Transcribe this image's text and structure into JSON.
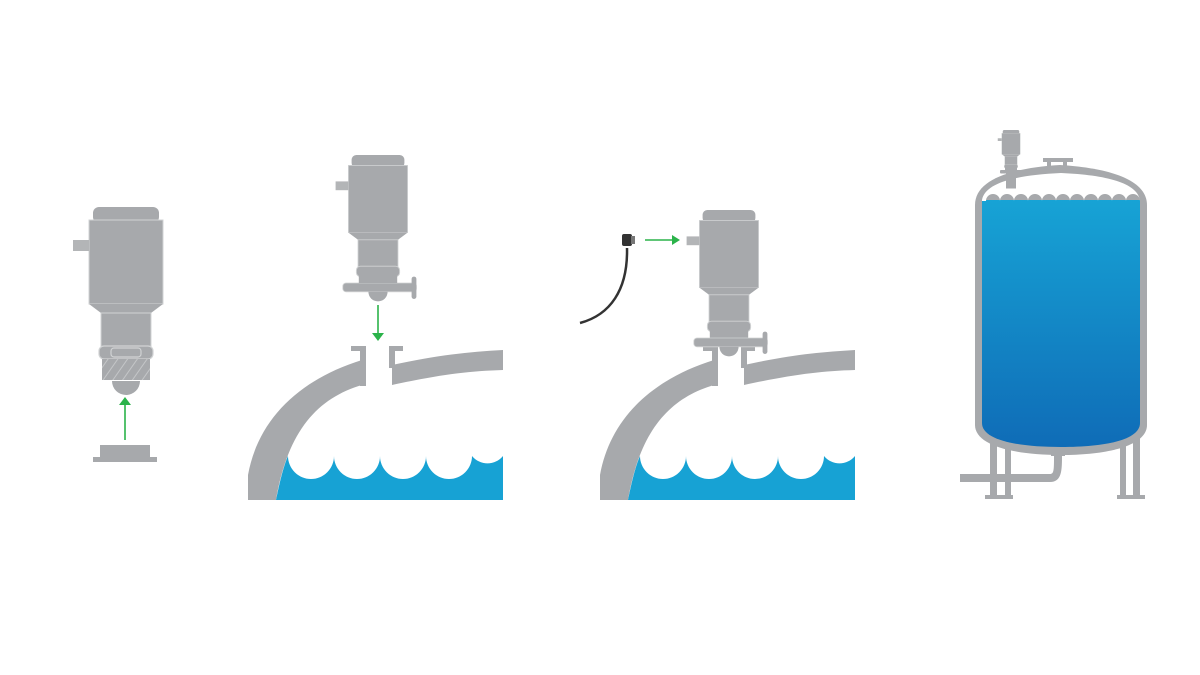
{
  "colors": {
    "background": "#ffffff",
    "metal": "#a7a9ac",
    "metal_highlight": "#d1d3d4",
    "water": "#17a2d4",
    "water_top": "#17a3d5",
    "water_bottom": "#0f6cb7",
    "arrow": "#2bb34a",
    "cable": "#333333"
  },
  "steps": [
    {
      "name": "sensor-with-ferrule"
    },
    {
      "name": "sensor-inserted-into-tank-nozzle"
    },
    {
      "name": "sensor-mounted-with-cable"
    },
    {
      "name": "full-tank-with-sensor"
    }
  ]
}
